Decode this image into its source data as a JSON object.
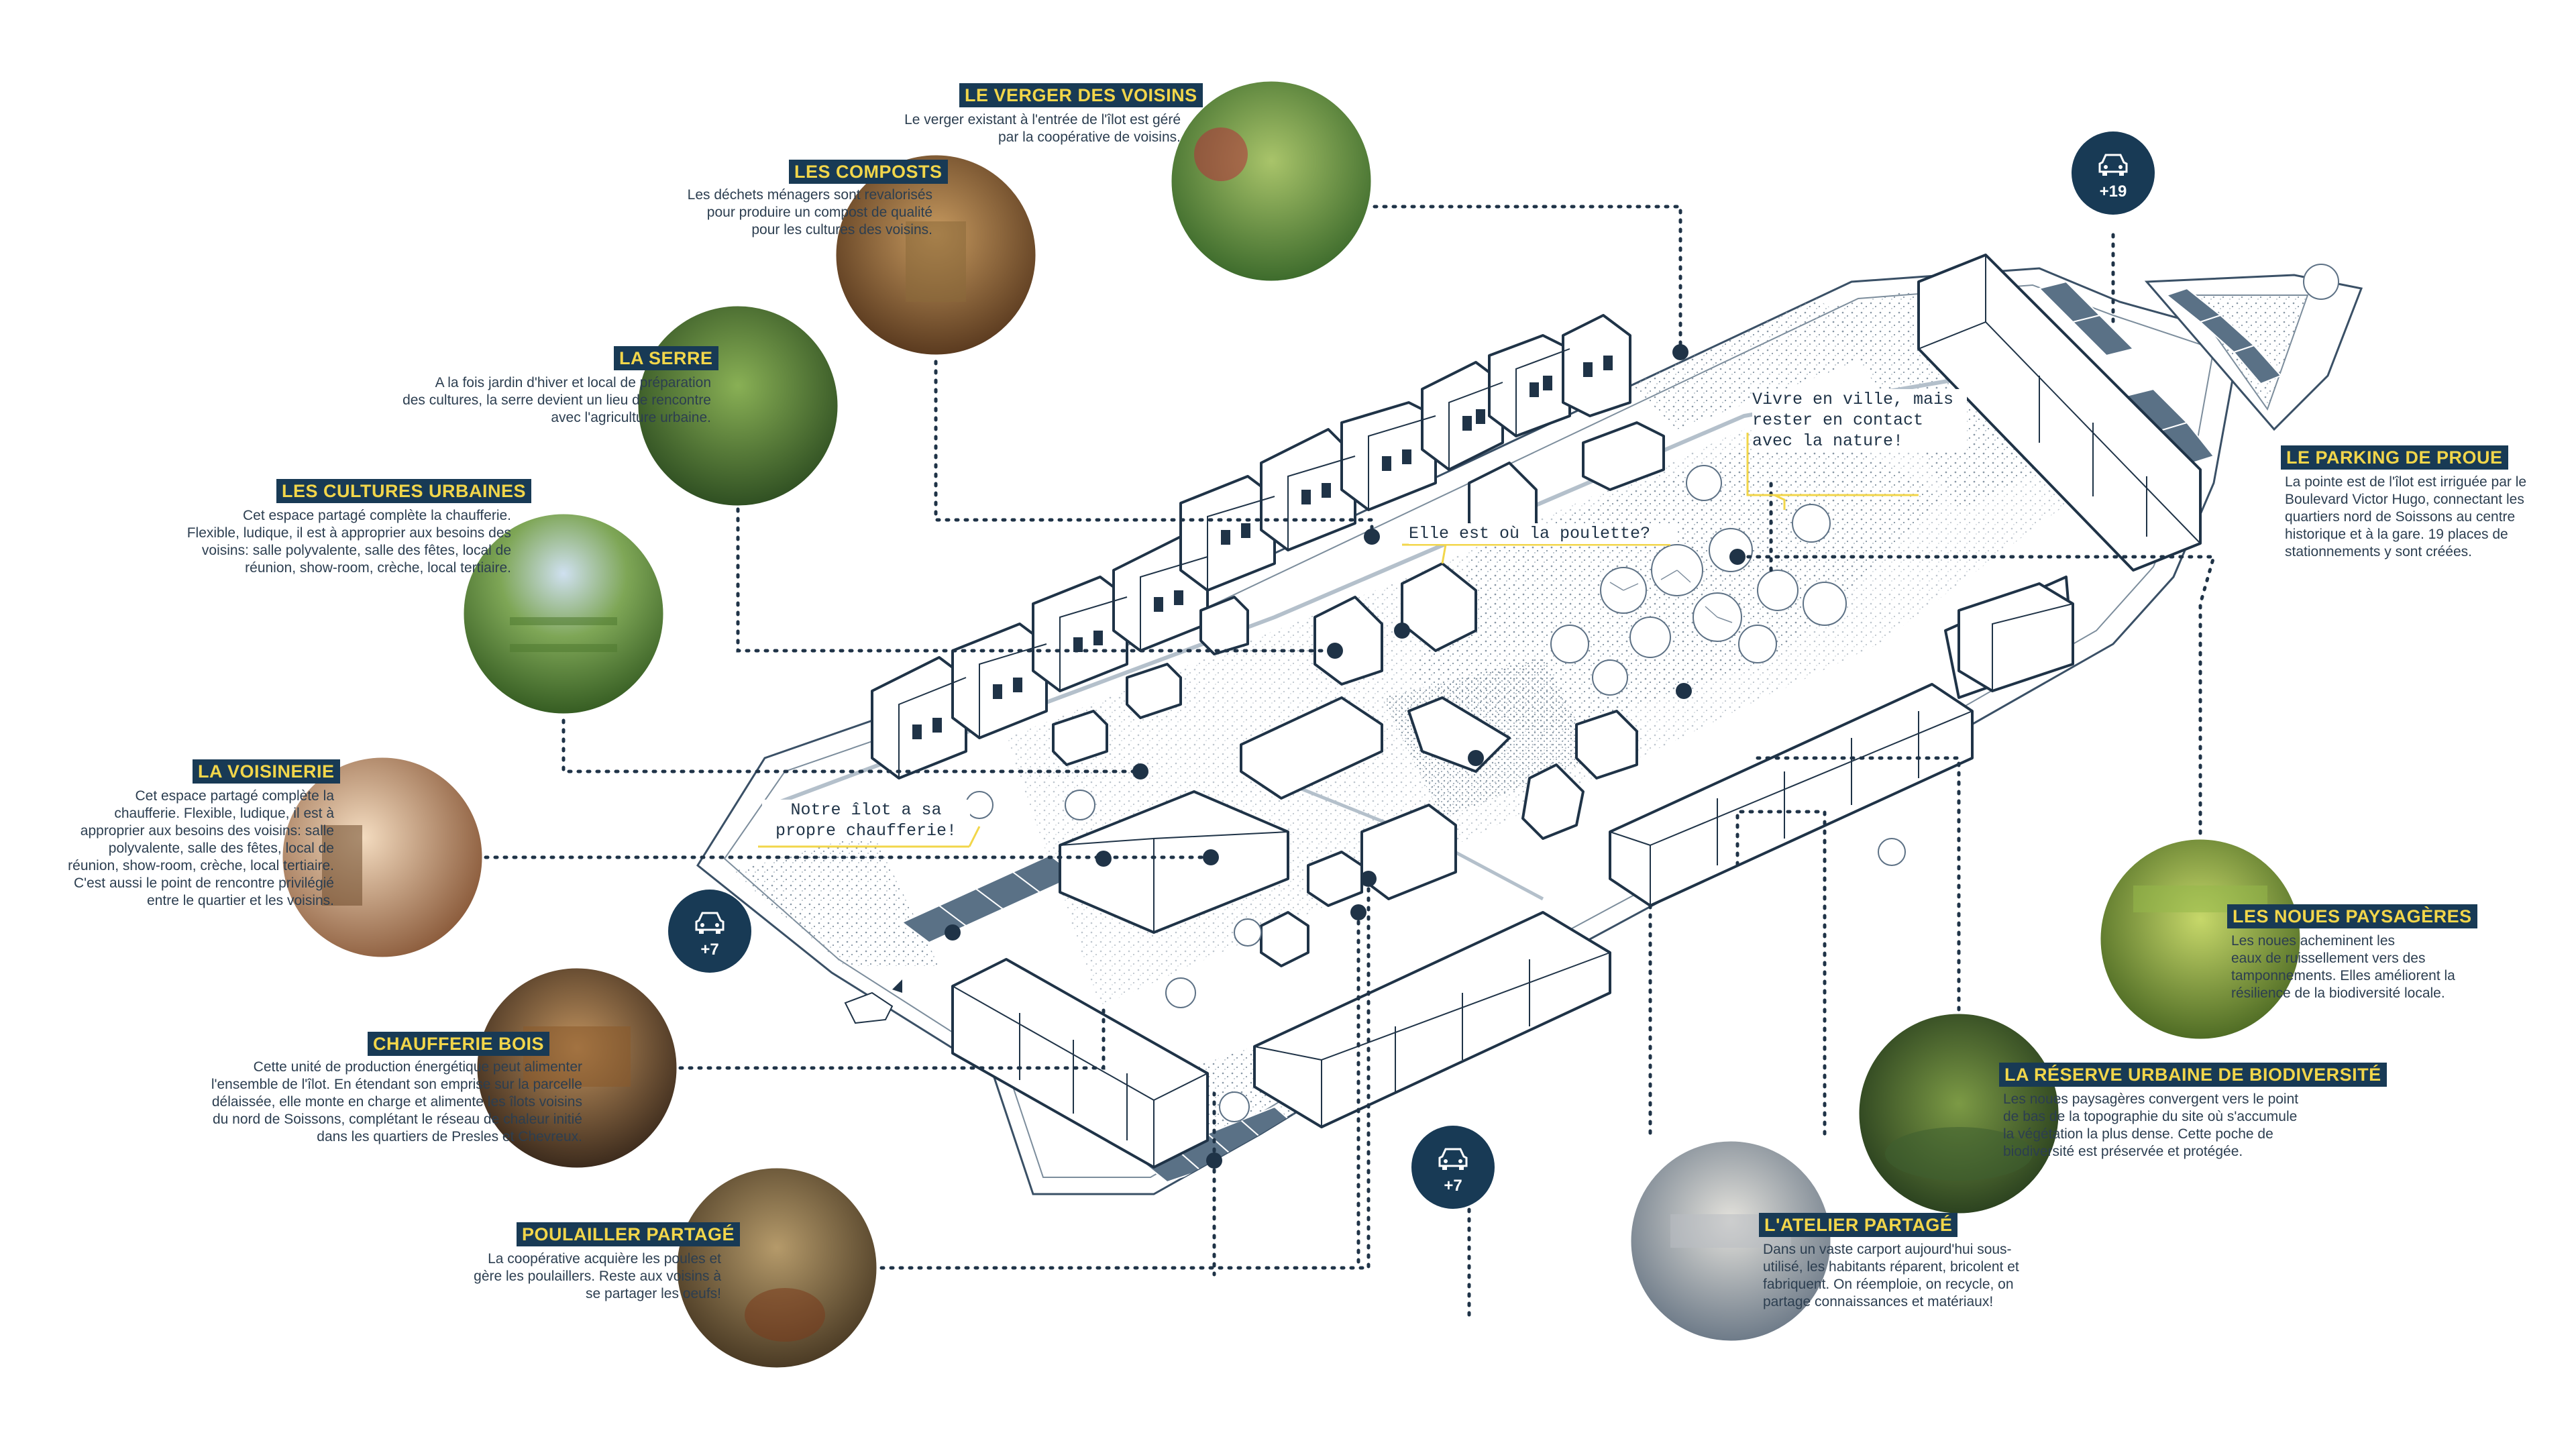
{
  "callouts": {
    "verger": {
      "title": "LE VERGER DES VOISINS",
      "lines": [
        "Le verger existant à l'entrée de l'îlot est géré",
        "par la coopérative de voisins."
      ]
    },
    "composts": {
      "title": "LES COMPOSTS",
      "lines": [
        "Les déchets ménagers sont revalorisés",
        "pour produire un compost de qualité",
        "pour les cultures des voisins."
      ]
    },
    "serre": {
      "title": "LA SERRE",
      "lines": [
        "A la fois jardin d'hiver et  local de préparation",
        "des cultures, la serre devient un lieu de rencontre",
        "avec l'agriculture urbaine."
      ]
    },
    "cultures": {
      "title": "LES CULTURES URBAINES",
      "lines": [
        "Cet espace partagé complète la chaufferie.",
        "Flexible, ludique, il est à approprier aux besoins des",
        "voisins: salle polyvalente, salle des fêtes, local de",
        "réunion, show-room, crèche, local tertiaire."
      ]
    },
    "voisinerie": {
      "title": "LA VOISINERIE",
      "lines": [
        "Cet espace partagé complète la",
        "chaufferie. Flexible, ludique, il est à",
        "approprier aux besoins des voisins: salle",
        "polyvalente, salle des fêtes, local de",
        "réunion, show-room, crèche, local tertiaire.",
        "C'est aussi le point de rencontre privilégié",
        "entre le quartier et les voisins."
      ]
    },
    "chaufferie": {
      "title": "CHAUFFERIE BOIS",
      "lines": [
        "Cette unité de production énergétique peut alimenter",
        "l'ensemble de l'îlot. En étendant son emprise sur la parcelle",
        "délaissée, elle monte en charge et alimente les îlots voisins",
        "du nord de Soissons, complétant le réseau de chaleur initié",
        "dans les quartiers de Presles et Chevreux."
      ]
    },
    "poulailler": {
      "title": "POULAILLER PARTAGÉ",
      "lines": [
        "La coopérative acquière les poules et",
        "gère les poulaillers. Reste aux voisins à",
        "se partager les oeufs!"
      ]
    },
    "parking_proue": {
      "title": "LE PARKING DE PROUE",
      "lines": [
        "La pointe est de l'îlot est irriguée par le",
        "Boulevard Victor Hugo, connectant les",
        "quartiers nord de Soissons au centre",
        "historique et à la gare. 19 places de",
        "stationnements y sont créées."
      ]
    },
    "noues": {
      "title": "LES NOUES PAYSAGÈRES",
      "lines": [
        "Les noues acheminent les",
        "eaux de ruissellement vers des",
        "tamponnements. Elles améliorent la",
        "résilience de la biodiversité locale."
      ]
    },
    "reserve": {
      "title": "LA RÉSERVE URBAINE DE BIODIVERSITÉ",
      "lines": [
        "Les noues paysagères convergent vers le point",
        "de bas de la topographie du site où s'accumule",
        "la végétation la plus dense. Cette poche de",
        "biodiversité est préservée et protégée."
      ]
    },
    "atelier": {
      "title": "L'ATELIER PARTAGÉ",
      "lines": [
        "Dans un vaste carport aujourd'hui sous-",
        "utilisé, les habitants réparent, bricolent et",
        "fabriquent. On réemploie, on recycle, on",
        "partage connaissances et matériaux!"
      ]
    }
  },
  "bubbles": {
    "ville": [
      "Vivre en ville, mais",
      "rester en contact",
      "avec la nature!"
    ],
    "poulette": [
      "Elle est où la poulette?"
    ],
    "chaufferie": [
      "Notre îlot a sa",
      "propre chaufferie!"
    ]
  },
  "parking_badges": {
    "north_east": "+19",
    "west": "+7",
    "south": "+7"
  },
  "icons": {
    "parking": "car-icon"
  },
  "colors": {
    "navy": "#183a55",
    "label_yellow": "#f2d64a",
    "bubble_yellow": "#f2d64a",
    "line": "#1f3347"
  }
}
